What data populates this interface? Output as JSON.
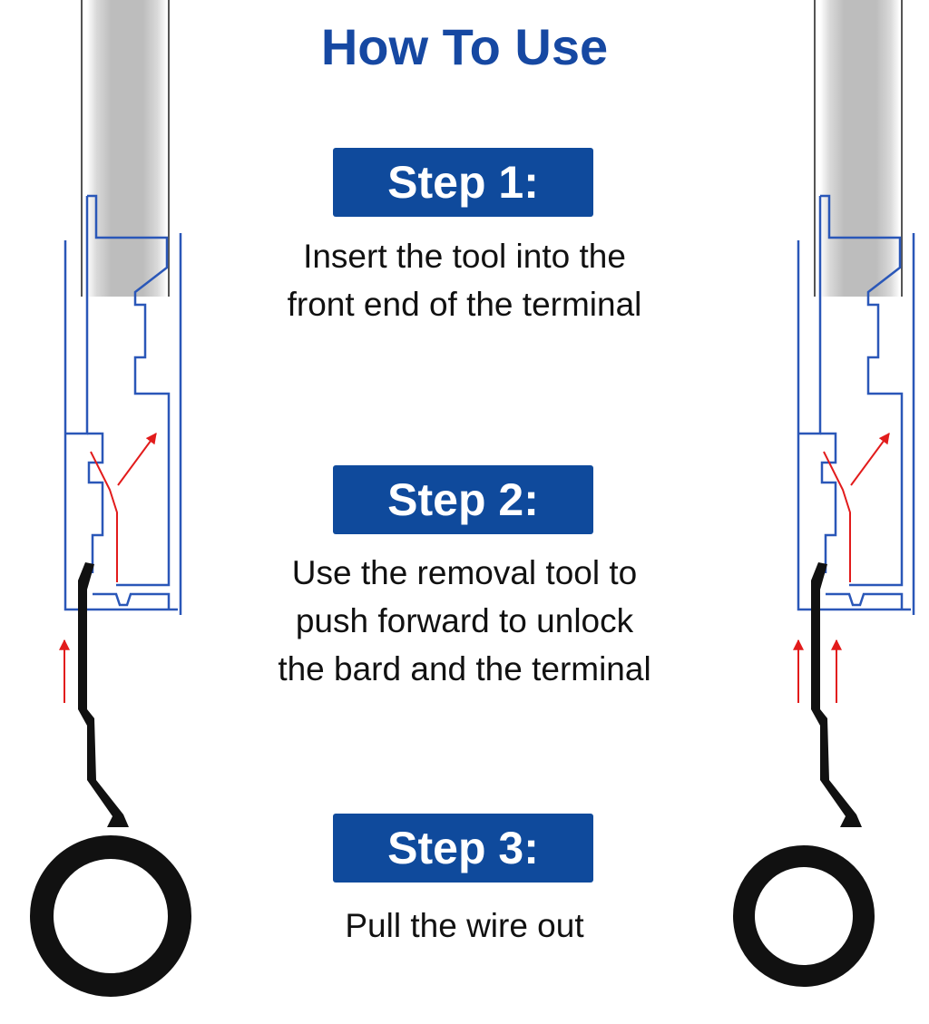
{
  "title": "How To Use",
  "steps": [
    {
      "label": "Step 1:",
      "lines": [
        "Insert the tool into the",
        "front end of the terminal"
      ]
    },
    {
      "label": "Step 2:",
      "lines": [
        "Use the removal tool to",
        "push forward to unlock",
        "the bard and the terminal"
      ]
    },
    {
      "label": "Step 3:",
      "lines": [
        "Pull the wire out"
      ]
    }
  ],
  "colors": {
    "title": "#1648A2",
    "badge": "#0F4A9C",
    "outline": "#2A57B8",
    "arrow": "#E21B1B",
    "tool": "#111111",
    "wire": "#C4C4C4"
  },
  "icons": {
    "left": "terminal-removal-tool-diagram",
    "right": "terminal-removal-tool-diagram"
  }
}
